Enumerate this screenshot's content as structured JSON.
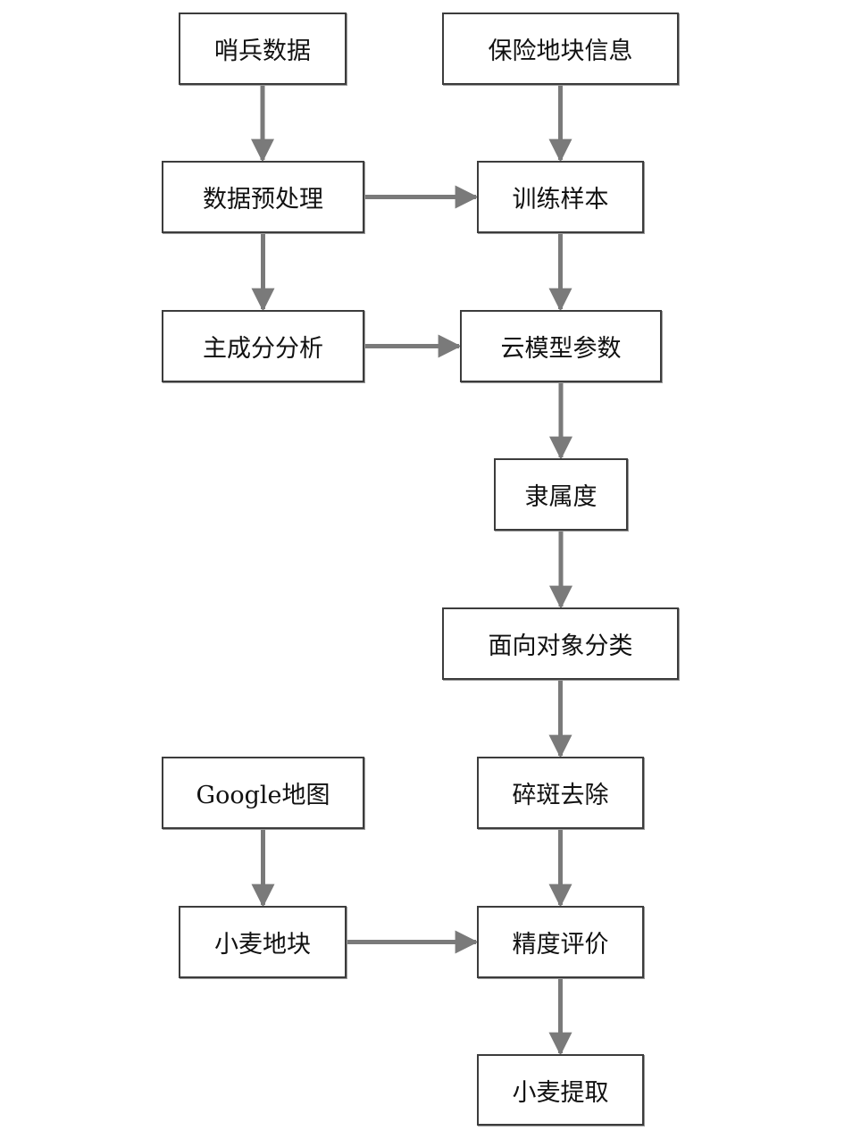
{
  "diagram": {
    "colors": {
      "arrow": "#7a7a7a",
      "box_border": "#3c3c3c",
      "text": "#111111",
      "background": "#ffffff"
    },
    "nodes": [
      {
        "id": "sentinel-data",
        "label": "哨兵数据"
      },
      {
        "id": "insurance-plot-info",
        "label": "保险地块信息"
      },
      {
        "id": "data-preprocessing",
        "label": "数据预处理"
      },
      {
        "id": "training-samples",
        "label": "训练样本"
      },
      {
        "id": "pca",
        "label": "主成分分析"
      },
      {
        "id": "cloud-model-params",
        "label": "云模型参数"
      },
      {
        "id": "membership",
        "label": "隶属度"
      },
      {
        "id": "object-oriented-classification",
        "label": "面向对象分类"
      },
      {
        "id": "google-map",
        "label": "Google地图"
      },
      {
        "id": "patch-removal",
        "label": "碎斑去除"
      },
      {
        "id": "wheat-plots",
        "label": "小麦地块"
      },
      {
        "id": "accuracy-evaluation",
        "label": "精度评价"
      },
      {
        "id": "wheat-extraction",
        "label": "小麦提取"
      }
    ],
    "edges": [
      {
        "from": "sentinel-data",
        "to": "data-preprocessing"
      },
      {
        "from": "insurance-plot-info",
        "to": "training-samples"
      },
      {
        "from": "data-preprocessing",
        "to": "training-samples"
      },
      {
        "from": "data-preprocessing",
        "to": "pca"
      },
      {
        "from": "training-samples",
        "to": "cloud-model-params"
      },
      {
        "from": "pca",
        "to": "cloud-model-params"
      },
      {
        "from": "cloud-model-params",
        "to": "membership"
      },
      {
        "from": "membership",
        "to": "object-oriented-classification"
      },
      {
        "from": "object-oriented-classification",
        "to": "patch-removal"
      },
      {
        "from": "patch-removal",
        "to": "accuracy-evaluation"
      },
      {
        "from": "google-map",
        "to": "wheat-plots"
      },
      {
        "from": "wheat-plots",
        "to": "accuracy-evaluation"
      },
      {
        "from": "accuracy-evaluation",
        "to": "wheat-extraction"
      }
    ]
  }
}
